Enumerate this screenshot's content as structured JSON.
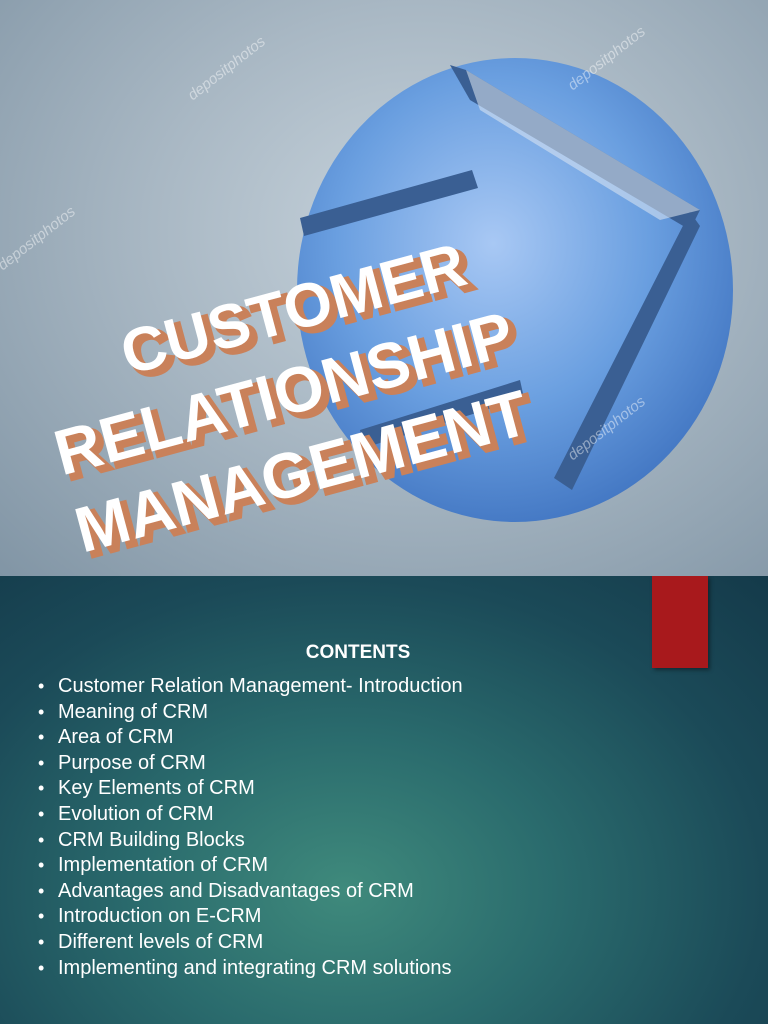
{
  "cover": {
    "heading_lines": [
      "CUSTOMER",
      "RELATIONSHIP",
      "MANAGEMENT"
    ],
    "watermark_text": "depositphotos",
    "colors": {
      "circle": "#6a9fe0",
      "arrow": "#3a5f93",
      "letter_shadow": "#c9815a"
    }
  },
  "contents": {
    "title": "CONTENTS",
    "items": [
      "Customer Relation Management- Introduction",
      "Meaning of CRM",
      "Area of CRM",
      "Purpose of CRM",
      "Key Elements of CRM",
      "Evolution of CRM",
      "CRM Building Blocks",
      "Implementation of CRM",
      "Advantages and Disadvantages of CRM",
      "Introduction on E-CRM",
      "Different levels of CRM",
      "Implementing and integrating CRM solutions"
    ],
    "accent_color": "#a8191c"
  }
}
